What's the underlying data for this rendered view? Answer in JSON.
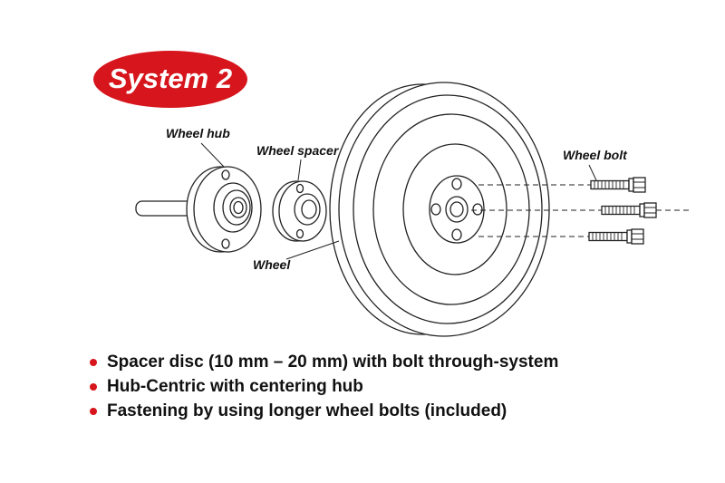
{
  "badge": {
    "label": "System 2"
  },
  "diagram": {
    "labels": {
      "wheel_hub": "Wheel hub",
      "wheel_spacer": "Wheel spacer",
      "wheel": "Wheel",
      "wheel_bolt": "Wheel bolt"
    }
  },
  "bullets": [
    "Spacer disc (10 mm – 20 mm) with bolt through-system",
    "Hub-Centric with centering hub",
    "Fastening by using longer wheel bolts (included)"
  ],
  "colors": {
    "accent_red": "#d6151c",
    "text": "#111111",
    "line": "#222222"
  }
}
